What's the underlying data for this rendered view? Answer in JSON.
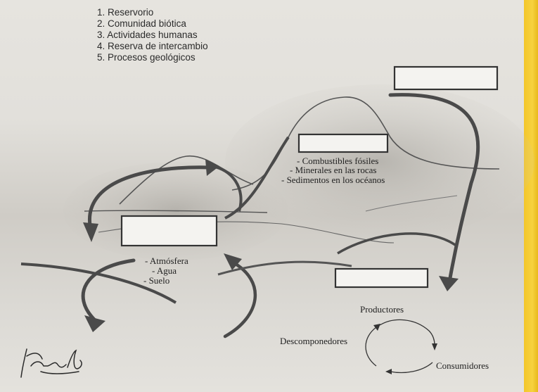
{
  "legend": [
    "1.  Reservorio",
    "2.  Comunidad biótica",
    "3.  Actividades humanas",
    "4.  Reserva de intercambio",
    "5.  Procesos geológicos"
  ],
  "labels": {
    "geo_1": "- Combustibles fósiles",
    "geo_2": "- Minerales en las rocas",
    "geo_3": "- Sedimentos en los océanos",
    "atm_1": "- Atmósfera",
    "atm_2": "- Agua",
    "atm_3": "- Suelo",
    "productores": "Productores",
    "descomponedores": "Descomponedores",
    "consumidores": "Consumidores"
  },
  "signature": "Harris 6"
}
